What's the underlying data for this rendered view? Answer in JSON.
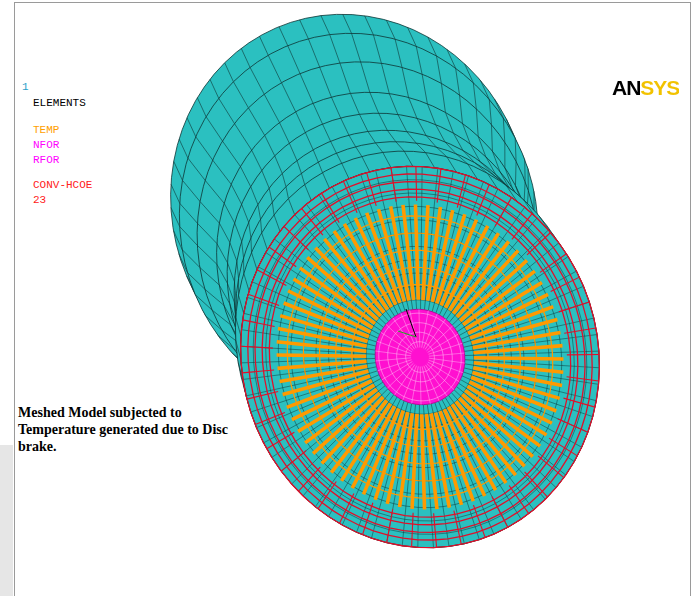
{
  "diagram": {
    "caption": "Meshed Model subjected to Temperature generated due to Disc brake.",
    "labels": [
      "1",
      "ELEMENTS",
      "TEMP",
      "NFOR",
      "RFOR",
      "CONV-HCOE",
      "23",
      "ANSYS"
    ]
  }
}
